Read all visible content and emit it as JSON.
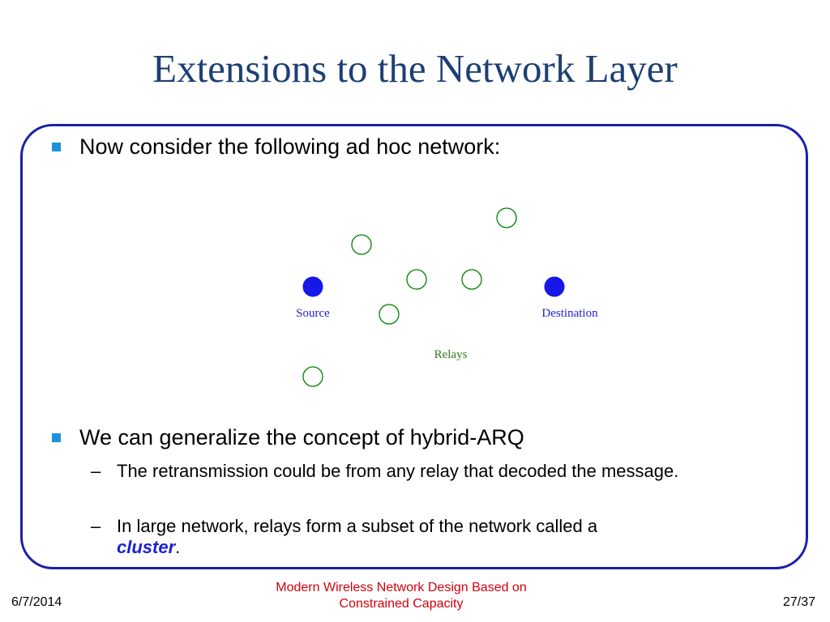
{
  "slide": {
    "title": "Extensions to the Network Layer",
    "bullets": [
      {
        "text": "Now consider the following ad hoc network:"
      },
      {
        "text": "We can generalize the concept of hybrid-ARQ",
        "sub_bullets": [
          {
            "text": "The retransmission could be from any relay that decoded the message."
          },
          {
            "text_before": "In large network, relays form a subset of the network called a",
            "emphasis": "cluster",
            "text_after": "."
          }
        ]
      }
    ],
    "diagram": {
      "source_label": "Source",
      "destination_label": "Destination",
      "relays_label": "Relays",
      "colors": {
        "endpoint_fill": "#1717e8",
        "relay_stroke": "#008000",
        "source_label": "#2020d8",
        "relays_label": "#2f7d1d"
      }
    },
    "footer": {
      "date": "6/7/2014",
      "title_line_1": "Modern Wireless Network Design Based on",
      "title_line_2": "Constrained Capacity",
      "page": "27/37"
    }
  }
}
